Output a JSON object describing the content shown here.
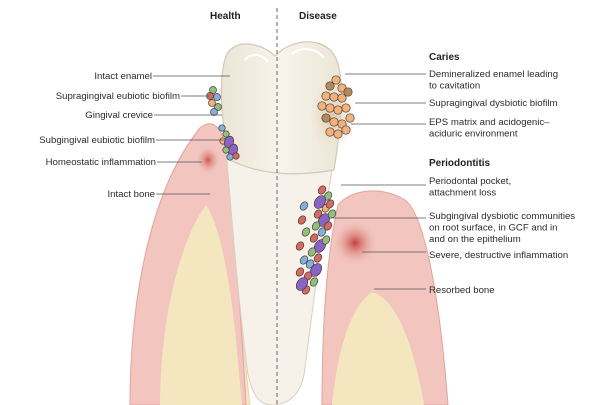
{
  "headers": {
    "health": "Health",
    "disease": "Disease"
  },
  "left_labels": [
    "Intact enamel",
    "Supragingival eubiotic biofilm",
    "Gingival crevice",
    "Subgingival eubiotic biofilm",
    "Homeostatic inflammation",
    "Intact bone"
  ],
  "caries": {
    "title": "Caries",
    "items": [
      {
        "lines": [
          "Demineralized enamel leading",
          "to cavitation"
        ]
      },
      {
        "lines": [
          "Supragingival dysbiotic biofilm"
        ]
      },
      {
        "lines": [
          "EPS matrix and acidogenic–",
          "aciduric environment"
        ]
      }
    ]
  },
  "periodontitis": {
    "title": "Periodontitis",
    "items": [
      {
        "lines": [
          "Periodontal pocket,",
          "attachment loss"
        ]
      },
      {
        "lines": [
          "Subgingival dysbiotic communities",
          "on root surface, in GCF and in",
          "and on the epithelium"
        ]
      },
      {
        "lines": [
          "Severe, destructive inflammation"
        ]
      },
      {
        "lines": [
          "Resorbed bone"
        ]
      }
    ]
  },
  "colors": {
    "enamel": "#f3ede0",
    "root": "#f7f2e9",
    "bone": "#f4e6bf",
    "gum": "#eeb3ad",
    "inflammation": "#c9403e",
    "biofilm_orange": "#f2b27a",
    "biofilm_purple": "#8a64c4",
    "biofilm_green": "#8fc07c",
    "biofilm_blue": "#7fb2dc",
    "biofilm_red": "#d46a64"
  }
}
